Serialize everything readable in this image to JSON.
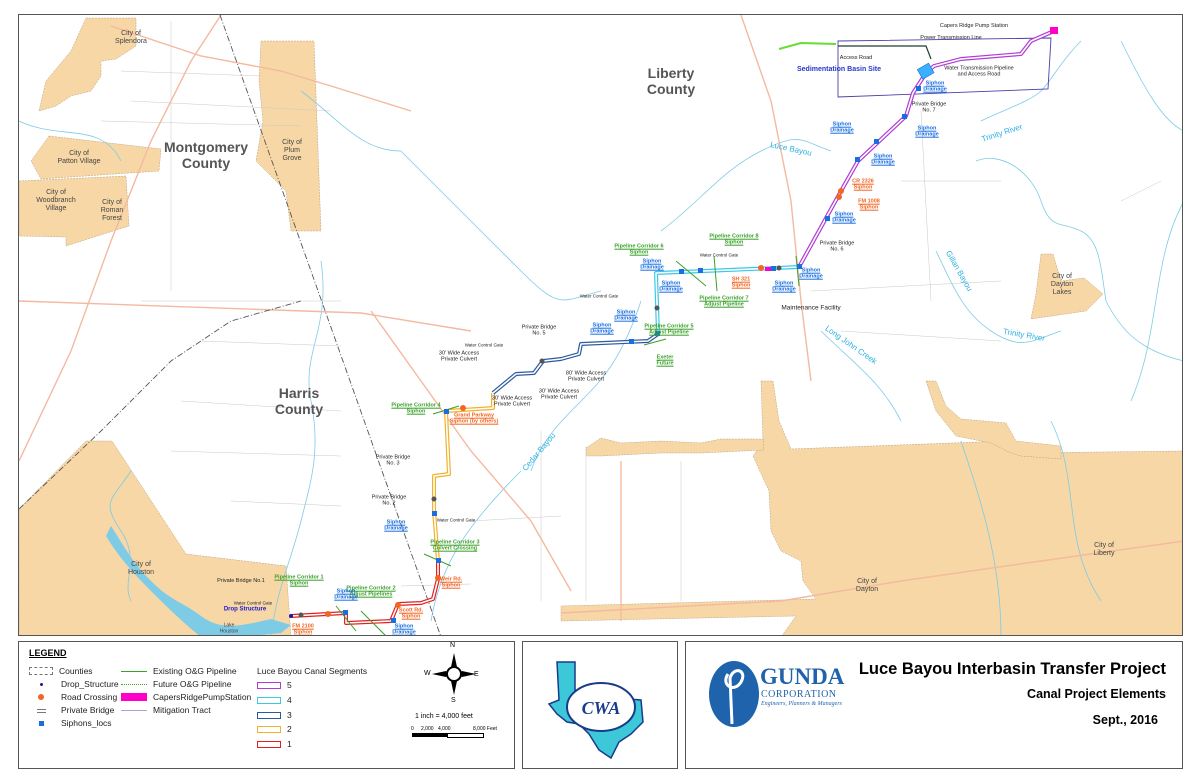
{
  "colors": {
    "segment_5": "#b23bd6",
    "segment_4": "#3cc8e8",
    "segment_3": "#2c5a9e",
    "segment_2": "#f2b12e",
    "segment_1": "#e02020",
    "siphon": "#1a6fe0",
    "road_crossing": "#f26522",
    "pump_station": "#ff00c8",
    "city_fill": "#f7d7a5",
    "water": "#7ecbe6",
    "existing_pipeline": "#3aa02a",
    "mitigation_tract": "#4a3fa8",
    "brand_blue": "#1f63ad"
  },
  "map": {
    "counties": [
      "Montgomery\nCounty",
      "Liberty\nCounty",
      "Harris\nCounty"
    ],
    "cities": [
      "City of\nSplendora",
      "City of\nPlum\nGrove",
      "City of\nPatton Village",
      "City of\nWoodbranch\nVillage",
      "City of\nRoman\nForest",
      "City of\nHouston",
      "City of\nDayton",
      "City of\nLiberty",
      "City of\nDayton\nLakes",
      "Lake\nHouston"
    ],
    "waterways": [
      "Luce Bayou",
      "Trinity River",
      "Gillan Bayou",
      "Long John Creek",
      "Trinity River",
      "Cedar Bayou"
    ],
    "project_labels": [
      "Capers Ridge Pump Station",
      "Power Transmission Line",
      "Access Road",
      "Sedimentation Basin Site",
      "Water Transmission Pipeline\nand Access Road",
      "Siphon\nDrainage",
      "Private Bridge\nNo. 7",
      "Siphon\nDrainage",
      "Siphon\nDrainage",
      "Siphon\nDrainage",
      "CR 2326\nSiphon",
      "FM 1008\nSiphon",
      "Siphon\nDrainage",
      "Private Bridge\nNo. 6",
      "Pipeline Corridor 8\nSiphon",
      "Water Control Gate",
      "Pipeline Corridor 6\nSiphon",
      "Siphon\nDrainage",
      "Siphon\nDrainage",
      "SH 321\nSiphon",
      "Siphon\nDrainage",
      "Siphon\nDrainage",
      "Pipeline Corridor 7\nAdjust Pipeline",
      "Maintenance Facility",
      "Water Control Gate",
      "Siphon\nDrainage",
      "Siphon\nDrainage",
      "Pipeline Corridor 5\nAdjust Pipeline",
      "Exeter\nFuture",
      "Private Bridge\nNo. 5",
      "Water Control Gate",
      "30' Wide Access\nPrivate Culvert",
      "80' Wide Access\nPrivate Culvert",
      "30' Wide Access\nPrivate Culvert",
      "30' Wide Access\nPrivate Culvert",
      "Pipeline Corridor 4\nSiphon",
      "Grand Parkway\nSiphon (by others)",
      "Private Bridge\nNo. 3",
      "Private Bridge\nNo. 2",
      "Siphon\nDrainage",
      "Water Control Gate",
      "Pipeline Corridor 3\nCulvert Crossing",
      "Weir Rd.\nSiphon",
      "Pipeline Corridor 2\nAdjust Pipelines",
      "Scott Rd.\nSiphon",
      "Siphon\nDrainage",
      "Siphon\nDrainage",
      "Pipeline Corridor 1\nSiphon",
      "Private Bridge No.1",
      "Water Control Gate",
      "Drop Structure",
      "FM 2100\nSiphon"
    ]
  },
  "legend": {
    "title": "LEGEND",
    "items": [
      "Counties",
      "Drop_Structure",
      "Road Crossing",
      "Private Bridge",
      "Siphons_locs",
      "Existing O&G Pipeline",
      "Future O&G Pipeline",
      "CapersRidgePumpStation",
      "Mitigation Tract"
    ],
    "segments_title": "Luce Bayou Canal Segments",
    "segments": [
      "5",
      "4",
      "3",
      "2",
      "1"
    ],
    "compass": {
      "n": "N",
      "s": "S",
      "e": "E",
      "w": "W"
    },
    "scale_text": "1 inch = 4,000 feet",
    "scale_ticks": [
      "0",
      "2,000",
      "4,000",
      "8,000 Feet"
    ]
  },
  "logos": {
    "cwa": "CWA",
    "gunda_name": "GUNDA",
    "gunda_sub": "CORPORATION",
    "gunda_tagline": "Engineers, Planners & Managers"
  },
  "title_block": {
    "title": "Luce Bayou Interbasin Transfer Project",
    "subtitle": "Canal Project Elements",
    "date": "Sept., 2016"
  }
}
